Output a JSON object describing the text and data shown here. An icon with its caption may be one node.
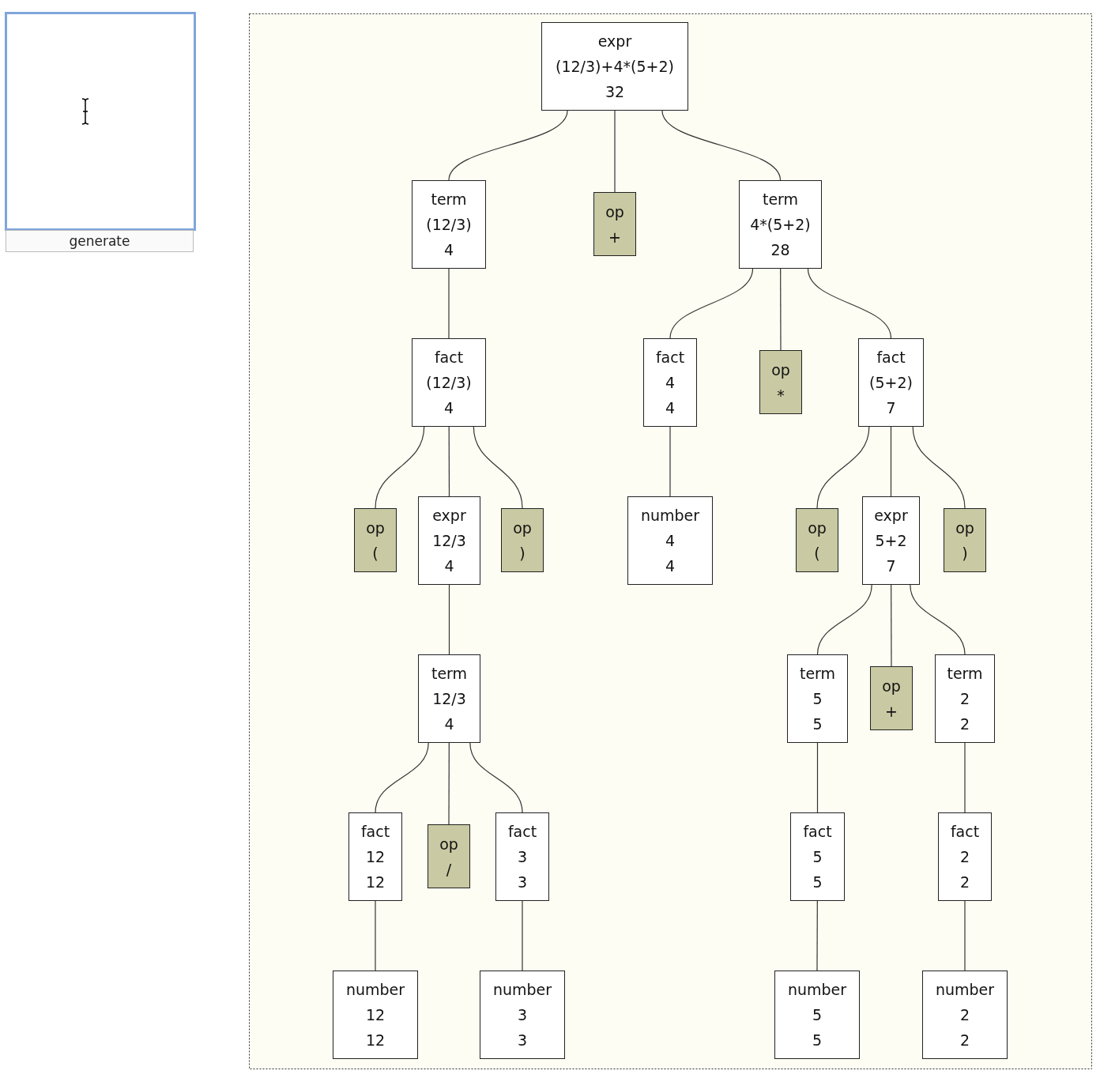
{
  "diagram": {
    "nodes": [
      {
        "text": [
          "expr",
          "(12/3)+4*(5+2)",
          "32"
        ]
      },
      {
        "text": [
          "term",
          "(12/3)",
          "4"
        ]
      },
      {
        "text": [
          "op",
          "+"
        ]
      },
      {
        "text": [
          "term",
          "4*(5+2)",
          "28"
        ]
      },
      {
        "text": [
          "fact",
          "(12/3)",
          "4"
        ]
      },
      {
        "text": [
          "fact",
          "4",
          "4"
        ]
      },
      {
        "text": [
          "op",
          "*"
        ]
      },
      {
        "text": [
          "fact",
          "(5+2)",
          "7"
        ]
      },
      {
        "text": [
          "op",
          "("
        ]
      },
      {
        "text": [
          "expr",
          "12/3",
          "4"
        ]
      },
      {
        "text": [
          "op",
          ")"
        ]
      },
      {
        "text": [
          "number",
          "4",
          "4"
        ]
      },
      {
        "text": [
          "op",
          "("
        ]
      },
      {
        "text": [
          "expr",
          "5+2",
          "7"
        ]
      },
      {
        "text": [
          "op",
          ")"
        ]
      },
      {
        "text": [
          "term",
          "12/3",
          "4"
        ]
      },
      {
        "text": [
          "term",
          "5",
          "5"
        ]
      },
      {
        "text": [
          "op",
          "+"
        ]
      },
      {
        "text": [
          "term",
          "2",
          "2"
        ]
      },
      {
        "text": [
          "fact",
          "12",
          "12"
        ]
      },
      {
        "text": [
          "op",
          "/"
        ]
      },
      {
        "text": [
          "fact",
          "3",
          "3"
        ]
      },
      {
        "text": [
          "fact",
          "5",
          "5"
        ]
      },
      {
        "text": [
          "fact",
          "2",
          "2"
        ]
      },
      {
        "text": [
          "number",
          "12",
          "12"
        ]
      },
      {
        "text": [
          "number",
          "3",
          "3"
        ]
      },
      {
        "text": [
          "number",
          "5",
          "5"
        ]
      },
      {
        "text": [
          "number",
          "2",
          "2"
        ]
      }
    ],
    "edges": [
      {
        "from": 0,
        "to": 1,
        "arrow": "none"
      },
      {
        "from": 0,
        "to": 2,
        "arrow": "none"
      },
      {
        "from": 0,
        "to": 3,
        "arrow": "none"
      },
      {
        "from": 1,
        "to": 4,
        "arrow": "none"
      },
      {
        "from": 3,
        "to": 5,
        "arrow": "none"
      },
      {
        "from": 3,
        "to": 6,
        "arrow": "none"
      },
      {
        "from": 3,
        "to": 7,
        "arrow": "none"
      },
      {
        "from": 4,
        "to": 8,
        "arrow": "none"
      },
      {
        "from": 4,
        "to": 9,
        "arrow": "none"
      },
      {
        "from": 4,
        "to": 10,
        "arrow": "none"
      },
      {
        "from": 5,
        "to": 11,
        "arrow": "none"
      },
      {
        "from": 7,
        "to": 12,
        "arrow": "none"
      },
      {
        "from": 7,
        "to": 13,
        "arrow": "none"
      },
      {
        "from": 7,
        "to": 14,
        "arrow": "none"
      },
      {
        "from": 9,
        "to": 15,
        "arrow": "none"
      },
      {
        "from": 13,
        "to": 16,
        "arrow": "none"
      },
      {
        "from": 13,
        "to": 17,
        "arrow": "none"
      },
      {
        "from": 13,
        "to": 18,
        "arrow": "none"
      },
      {
        "from": 15,
        "to": 19,
        "arrow": "none"
      },
      {
        "from": 15,
        "to": 20,
        "arrow": "none"
      },
      {
        "from": 15,
        "to": 21,
        "arrow": "none"
      },
      {
        "from": 16,
        "to": 22,
        "arrow": "none"
      },
      {
        "from": 18,
        "to": 23,
        "arrow": "none"
      },
      {
        "from": 19,
        "to": 24,
        "arrow": "none"
      },
      {
        "from": 21,
        "to": 25,
        "arrow": "none"
      },
      {
        "from": 22,
        "to": 26,
        "arrow": "none"
      },
      {
        "from": 23,
        "to": 27,
        "arrow": "none"
      }
    ],
    "labels": [
      "generate"
    ]
  }
}
